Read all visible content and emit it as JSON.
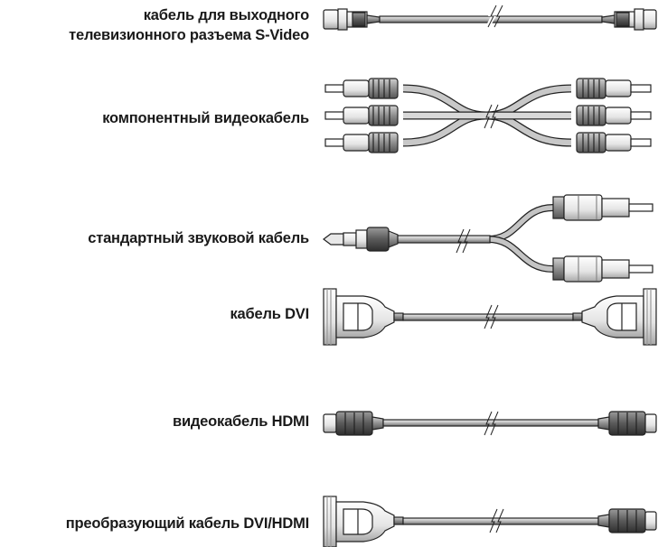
{
  "cables": [
    {
      "id": "svideo",
      "lines": [
        "кабель для выходного",
        "телевизионного разъема S-Video"
      ]
    },
    {
      "id": "component",
      "lines": [
        "компонентный видеокабель"
      ]
    },
    {
      "id": "audio",
      "lines": [
        "стандартный звуковой кабель"
      ]
    },
    {
      "id": "dvi",
      "lines": [
        "кабель DVI"
      ]
    },
    {
      "id": "hdmi",
      "lines": [
        "видеокабель HDMI"
      ]
    },
    {
      "id": "dvi-hdmi",
      "lines": [
        "преобразующий кабель DVI/HDMI"
      ]
    }
  ]
}
